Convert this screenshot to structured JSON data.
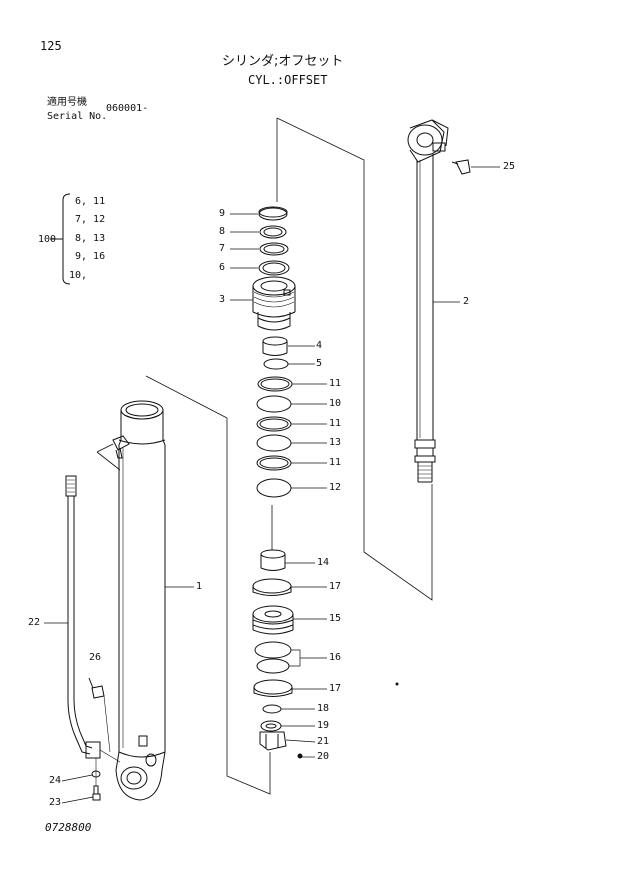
{
  "header": {
    "page_number": "125",
    "title_jp": "シリンダ;オフセット",
    "title_en": "CYL.:OFFSET",
    "serial_label_jp": "適用号機",
    "serial_label_en": "Serial No.",
    "serial_value": "060001-"
  },
  "kit": {
    "number": "100",
    "items": [
      "6, 11",
      "7, 12",
      "8, 13",
      "9, 16",
      "10,"
    ]
  },
  "callouts": [
    "1",
    "2",
    "3",
    "4",
    "5",
    "6",
    "7",
    "8",
    "9",
    "10",
    "11",
    "12",
    "13",
    "14",
    "15",
    "16",
    "17",
    "19",
    "20",
    "21",
    "22",
    "23",
    "24",
    "25",
    "26"
  ],
  "callout_labels": {
    "c1": "1",
    "c2": "2",
    "c3": "3",
    "c4": "4",
    "c5": "5",
    "c6": "6",
    "c7": "7",
    "c8": "8",
    "c9": "9",
    "c10": "10",
    "c11a": "11",
    "c11b": "11",
    "c11c": "11",
    "c12": "12",
    "c13": "13",
    "c14": "14",
    "c15": "15",
    "c16": "16",
    "c17a": "17",
    "c17b": "17",
    "c18": "18",
    "c19": "19",
    "c20": "20",
    "c21": "21",
    "c22": "22",
    "c23": "23",
    "c24": "24",
    "c25": "25",
    "c26": "26"
  },
  "footer": {
    "drawing_number": "0728800"
  }
}
